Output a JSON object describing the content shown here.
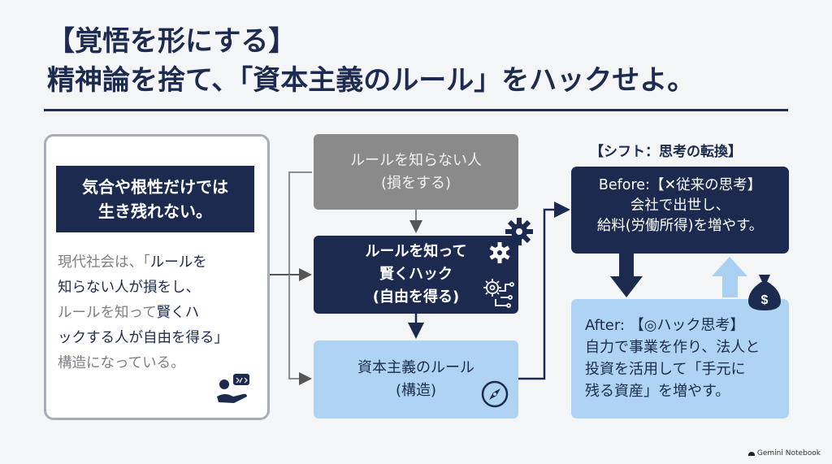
{
  "header": {
    "title_line1": "【覚悟を形にする】",
    "title_line2": "精神論を捨て、「資本主義のルール」をハックせよ。"
  },
  "left_panel": {
    "heading_lines": [
      "気合や根性だけでは",
      "生き残れない。"
    ],
    "body_lines": [
      {
        "text": "現代社会は、「ルールを",
        "tone": "mixed"
      },
      {
        "text": "知らない人が損をし、",
        "tone": "dark"
      },
      {
        "text": "ルールを知って賢くハ",
        "tone": "mixed"
      },
      {
        "text": "ックする人が自由を得る」",
        "tone": "dark"
      },
      {
        "text": "構造になっている。",
        "tone": "gray"
      }
    ],
    "body_line1_gray": "現代社会は、「",
    "body_line1_dark": "ルールを",
    "body_line2": "知らない人が損をし、",
    "body_line3_gray": "ルールを知って",
    "body_line3_dark": "賢くハ",
    "body_line4": "ックする人が自由を得る」",
    "body_line5": "構造になっている。",
    "icon": "hand-with-idea-icon"
  },
  "flow": {
    "unaware": {
      "line1": "ルールを知らない人",
      "line2": "(損をする)"
    },
    "hack": {
      "line1": "ルールを知って",
      "line2": "賢くハック",
      "line3": "(自由を得る)"
    },
    "capital": {
      "line1": "資本主義のルール",
      "line2": "(構造)"
    },
    "icons": [
      "gear-icon",
      "gear-icon",
      "circuit-gear-icon",
      "compass-icon"
    ]
  },
  "shift": {
    "label": "【シフト：思考の転換】",
    "before": {
      "line1": "Before:【✕従来の思考】",
      "line2": "会社で出世し、",
      "line3": "給料(労働所得)を増やす。"
    },
    "after": {
      "line1": "After: 【◎ハック思考】",
      "line2": "自力で事業を作り、法人と",
      "line3": "投資を活用して「手元に",
      "line4": "残る資産」を増やす。"
    },
    "icon": "money-bag-icon"
  },
  "footer": {
    "brand": "Gemini Notebook"
  },
  "colors": {
    "navy": "#1b2a4e",
    "light_blue": "#aed3f3",
    "gray_box": "#8a8a8a",
    "text_gray": "#7c7f85"
  }
}
